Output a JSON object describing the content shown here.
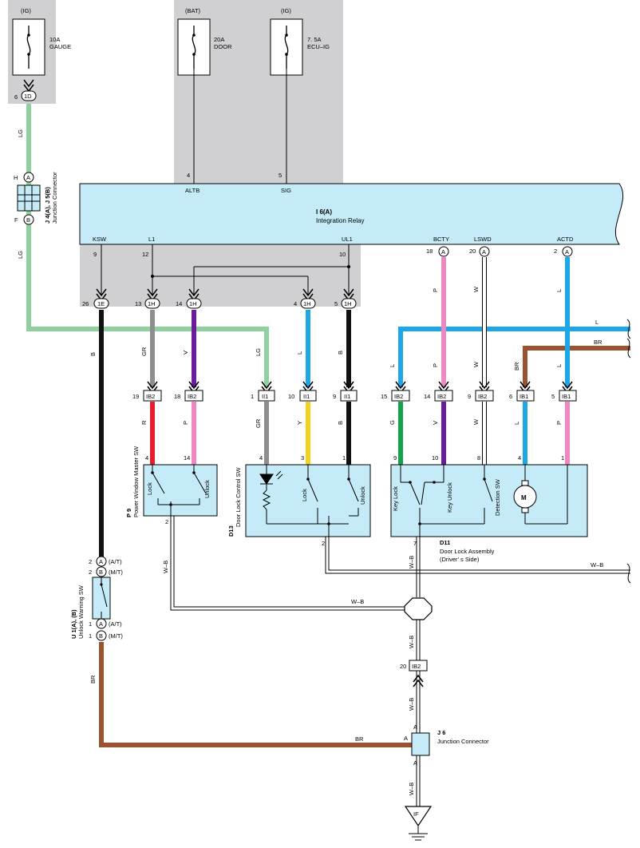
{
  "colors": {
    "background": "#ffffff",
    "shade": "#d0d0d2",
    "relay_fill": "#c5ebf8",
    "component_fill": "#c5ebf8",
    "LG": "#8fd19e",
    "B": "#111111",
    "GR": "#8e8e8e",
    "V": "#6a1d9a",
    "L": "#1ea7e6",
    "P": "#ee88c0",
    "W": "#ffffff",
    "BR": "#9a5331",
    "R": "#e3202a",
    "Y": "#f2d21a",
    "G": "#14a24a"
  },
  "fuses": [
    {
      "supply": "(IG)",
      "rating": "10A",
      "name": "GAUGE"
    },
    {
      "supply": "(BAT)",
      "rating": "20A",
      "name": "DOOR"
    },
    {
      "supply": "(IG)",
      "rating": "7. 5A",
      "name": "ECU–IG"
    }
  ],
  "relay": {
    "code": "I 6(A)",
    "name": "Integration Relay",
    "top_pins": [
      {
        "pin": "4",
        "label": "ALTB"
      },
      {
        "pin": "5",
        "label": "SIG"
      }
    ],
    "bottom_pins": [
      {
        "pin": "9",
        "label": "KSW"
      },
      {
        "pin": "12",
        "label": "L1"
      },
      {
        "pin": "10",
        "label": "UL1"
      },
      {
        "pin": "18",
        "label": "BCTY",
        "conn": "A"
      },
      {
        "pin": "20",
        "label": "LSWD",
        "conn": "A"
      },
      {
        "pin": "2",
        "label": "ACTD",
        "conn": "A"
      }
    ]
  },
  "connectors": {
    "c_1D": "1D",
    "c_1E": "1E",
    "c_1H": "1H",
    "c_IB2": "IB2",
    "c_II1": "II1",
    "c_IB1": "IB1",
    "c_IF": "IF",
    "letter_A": "A",
    "letter_B": "B"
  },
  "pins": {
    "p1D": "6",
    "p1E": "26",
    "p1H_13": "13",
    "p1H_14a": "14",
    "p1H_4": "4",
    "p1H_5": "5",
    "pJ4_H": "H",
    "pJ4_F": "F",
    "pIB2_19": "19",
    "pIB2_18": "18",
    "pII1_1": "1",
    "pII1_10": "10",
    "pII1_9": "9",
    "pIB2_15": "15",
    "pIB2_14": "14",
    "pIB2_9": "9",
    "pIB1_6": "6",
    "pIB1_5": "5",
    "pP9_4": "4",
    "pP9_14": "14",
    "pP9_2": "2",
    "pD13_4": "4",
    "pD13_3": "3",
    "pD13_1": "1",
    "pD13_2": "2",
    "pD11_9": "9",
    "pD11_10": "10",
    "pD11_8": "8",
    "pD11_4": "4",
    "pD11_1": "1",
    "pD11_7": "7",
    "pU1_2": "2",
    "pU1_1": "1",
    "pIB2_20": "20"
  },
  "wires": {
    "LG": "LG",
    "B": "B",
    "GR": "GR",
    "V": "V",
    "L": "L",
    "P": "P",
    "W": "W",
    "BR": "BR",
    "R": "R",
    "Y": "Y",
    "G": "G",
    "WB": "W–B"
  },
  "components": {
    "junction_j4": {
      "code": "J 4(A), J 5(B)",
      "name": "Junction Connector"
    },
    "p9": {
      "code": "P 9",
      "name": "Power Window Master SW",
      "lock": "Lock",
      "unlock": "Unlock"
    },
    "d13": {
      "code": "D13",
      "name": "Door Lock Control SW",
      "lock": "Lock",
      "unlock": "Unlock"
    },
    "d11": {
      "code": "D11",
      "name": "Door Lock Assembly",
      "side": "(Driver' s Side)",
      "key_lock": "Key Lock",
      "key_unlock": "Key Unlock",
      "detection": "Detection SW",
      "motor": "M"
    },
    "u1": {
      "code": "U 1(A), (B)",
      "name": "Unlock Warning SW",
      "at": "(A/T)",
      "mt": "(M/T)"
    },
    "j6": {
      "code": "J 6",
      "name": "Junction Connector"
    }
  }
}
